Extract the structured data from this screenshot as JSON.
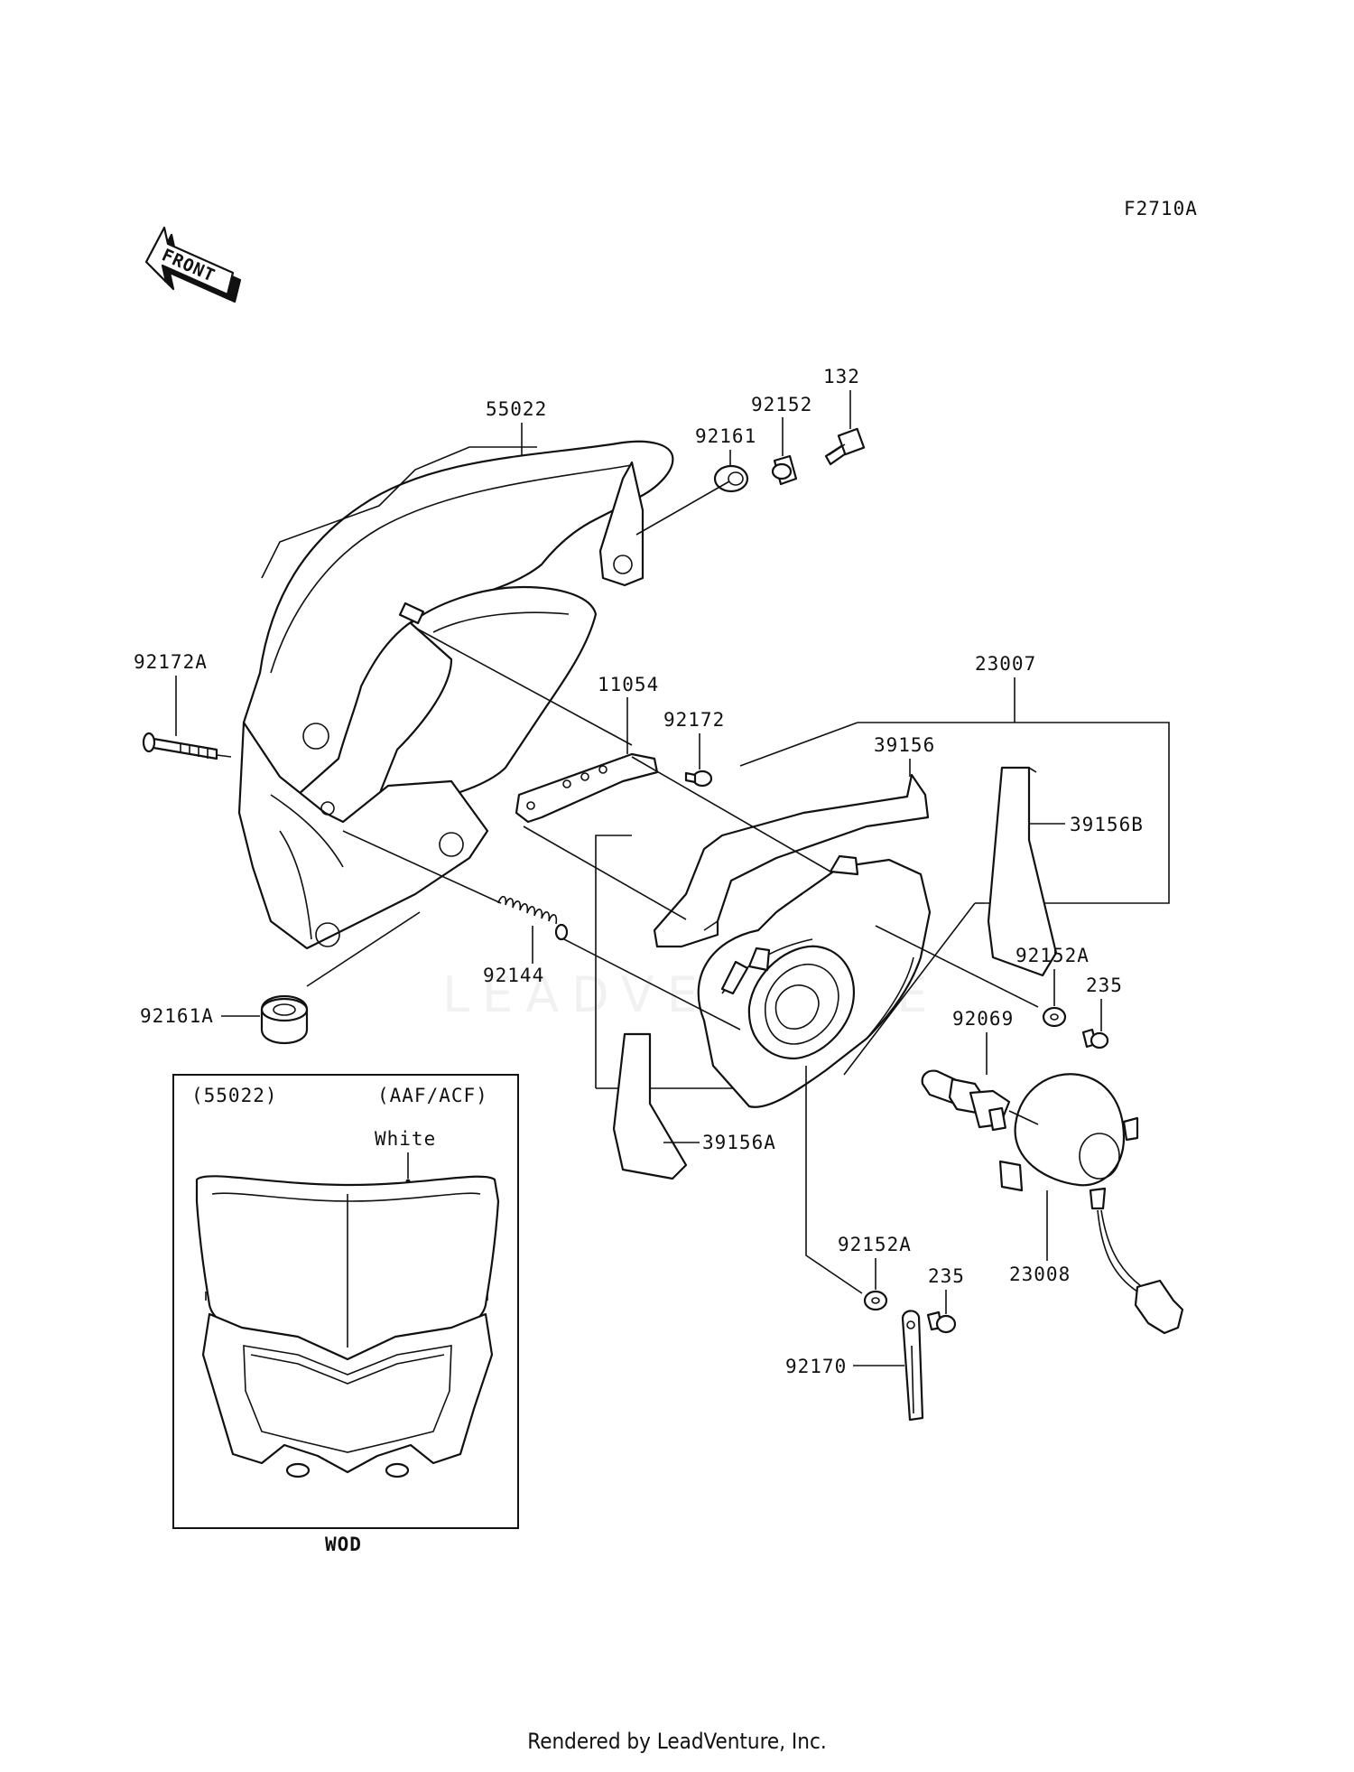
{
  "diagram_code": "F2710A",
  "front_label": "FRONT",
  "watermark": "LEADVENTURE",
  "parts": [
    "55022",
    "92161",
    "92152",
    "132",
    "92172A",
    "11054",
    "92172",
    "23007",
    "39156",
    "39156B",
    "92144",
    "92152A",
    "235",
    "92069",
    "92161A",
    "39156A",
    "23008",
    "92170"
  ],
  "inset": {
    "part_ref": "(55022)",
    "models": "(AAF/ACF)",
    "color": "White",
    "variant": "WOD"
  },
  "footer": "Rendered by LeadVenture, Inc."
}
